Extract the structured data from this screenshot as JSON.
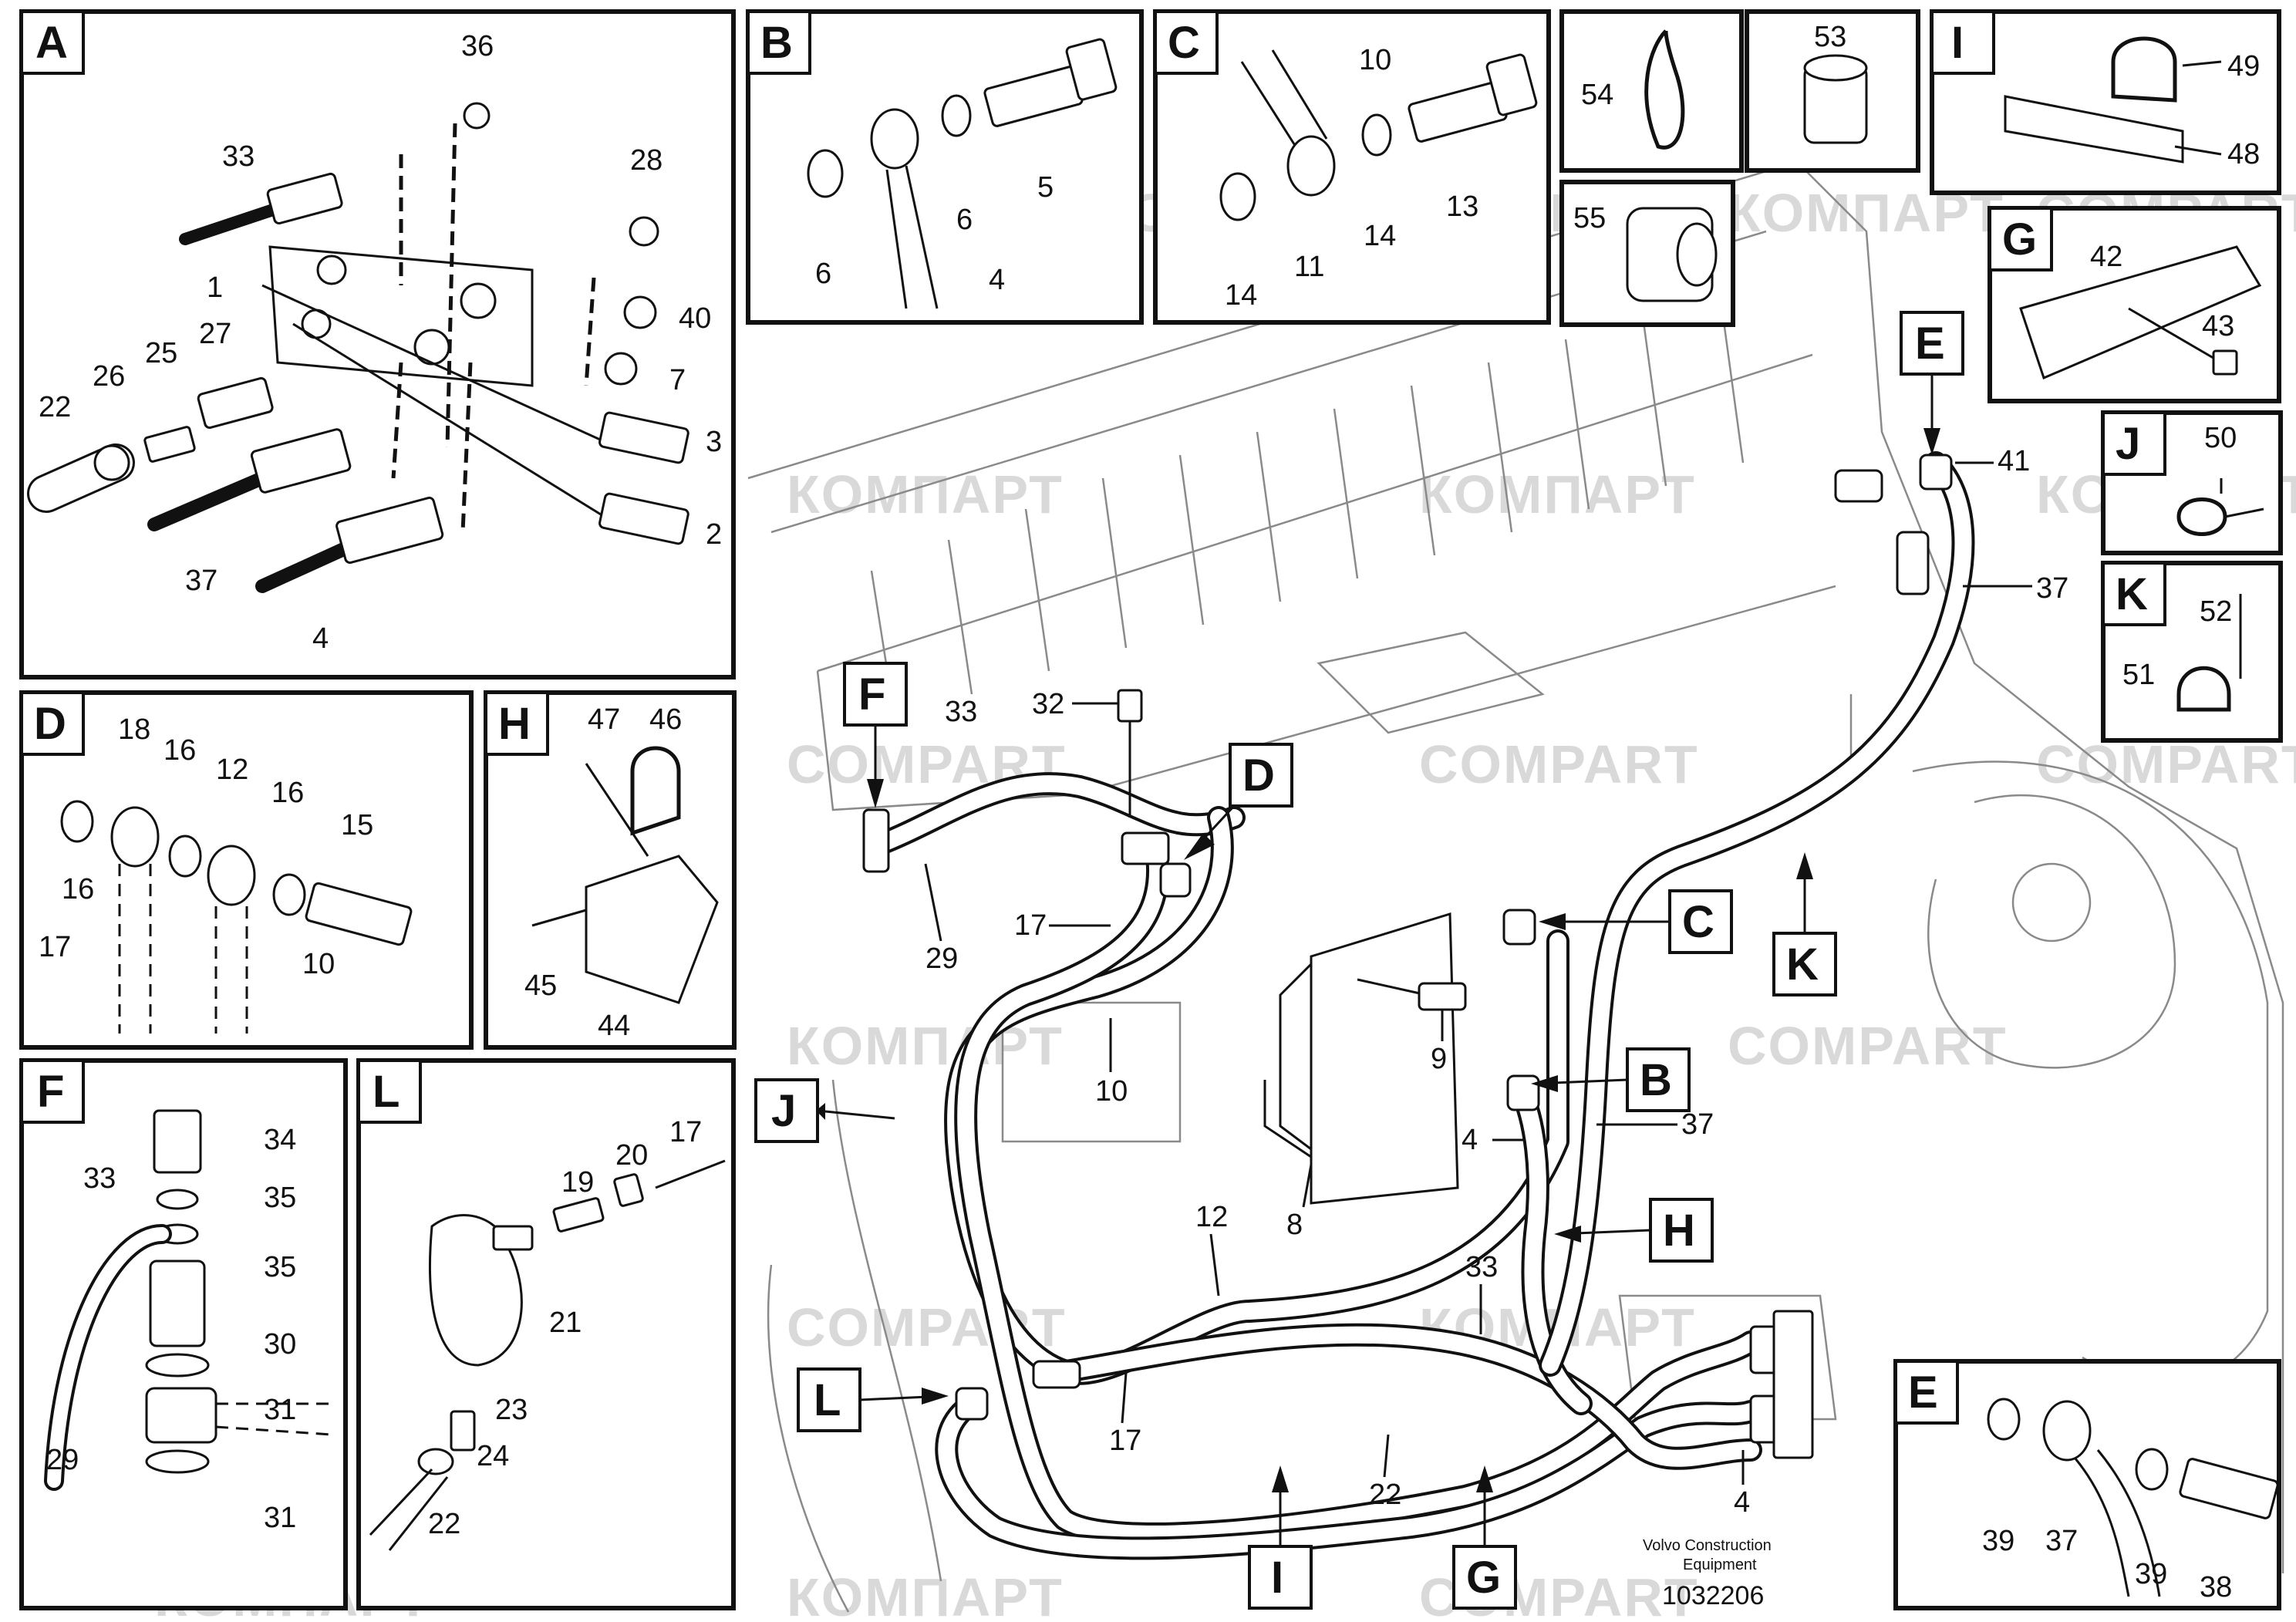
{
  "watermark": {
    "latin": "COMPART",
    "cyrillic": "КОМПАРТ"
  },
  "footer": {
    "maker_line1": "Volvo Construction",
    "maker_line2": "Equipment",
    "drawing_number": "1032206"
  },
  "panels": {
    "A": {
      "letter": "A",
      "labels": [
        "36",
        "33",
        "28",
        "1",
        "40",
        "27",
        "25",
        "26",
        "22",
        "7",
        "3",
        "37",
        "2",
        "4"
      ]
    },
    "B": {
      "letter": "B",
      "labels": [
        "5",
        "6",
        "6",
        "4"
      ]
    },
    "C": {
      "letter": "C",
      "labels": [
        "10",
        "13",
        "14",
        "11",
        "14"
      ]
    },
    "p54": {
      "labels": [
        "54"
      ]
    },
    "p53": {
      "labels": [
        "53"
      ]
    },
    "I": {
      "letter": "I",
      "labels": [
        "49",
        "48"
      ]
    },
    "p55": {
      "labels": [
        "55"
      ]
    },
    "G": {
      "letter": "G",
      "labels": [
        "42",
        "43"
      ]
    },
    "J": {
      "letter": "J",
      "labels": [
        "50"
      ]
    },
    "K": {
      "letter": "K",
      "labels": [
        "52",
        "51"
      ]
    },
    "D": {
      "letter": "D",
      "labels": [
        "18",
        "16",
        "12",
        "16",
        "15",
        "16",
        "17",
        "10"
      ]
    },
    "H": {
      "letter": "H",
      "labels": [
        "47",
        "46",
        "45",
        "44"
      ]
    },
    "F": {
      "letter": "F",
      "labels": [
        "34",
        "33",
        "35",
        "35",
        "30",
        "31",
        "29",
        "31"
      ]
    },
    "L": {
      "letter": "L",
      "labels": [
        "20",
        "17",
        "19",
        "21",
        "23",
        "24",
        "22"
      ]
    },
    "E": {
      "letter": "E",
      "labels": [
        "39",
        "37",
        "39",
        "38"
      ]
    }
  },
  "main_view": {
    "tags": [
      "F",
      "D",
      "E",
      "C",
      "K",
      "J",
      "B",
      "H",
      "L",
      "I",
      "G"
    ],
    "labels": [
      "33",
      "32",
      "41",
      "37",
      "29",
      "17",
      "10",
      "9",
      "8",
      "4",
      "37",
      "12",
      "33",
      "17",
      "22",
      "4"
    ]
  }
}
